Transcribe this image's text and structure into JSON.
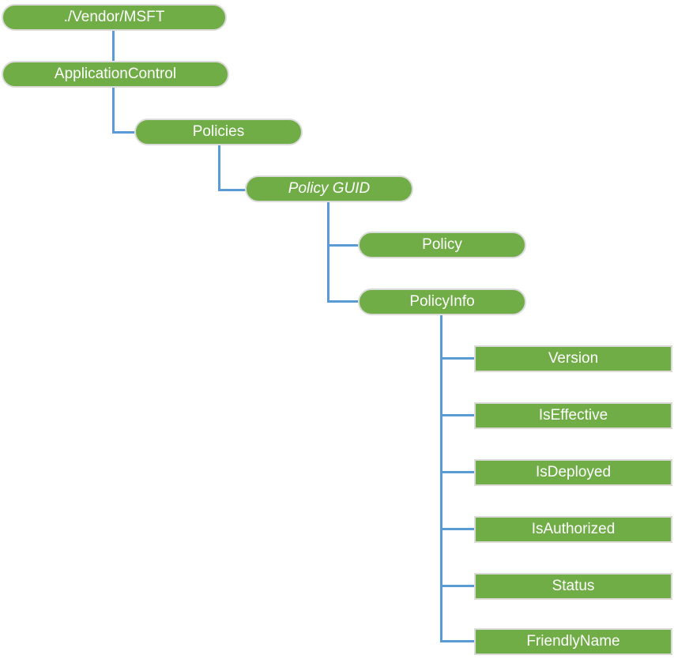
{
  "diagram": {
    "type": "tree",
    "description": "CSP node tree diagram",
    "colors": {
      "node_fill": "#70AD47",
      "node_text": "#FFFFFF",
      "node_border": "#DBDBDB",
      "connector": "#5B9BD5"
    },
    "nodes": {
      "root": {
        "label": "./Vendor/MSFT",
        "shape": "pill"
      },
      "application_control": {
        "label": "ApplicationControl",
        "shape": "pill",
        "parent": "./Vendor/MSFT"
      },
      "policies": {
        "label": "Policies",
        "shape": "pill",
        "parent": "ApplicationControl"
      },
      "policy_guid": {
        "label": "Policy GUID",
        "shape": "pill",
        "style": "italic",
        "parent": "Policies"
      },
      "policy": {
        "label": "Policy",
        "shape": "pill",
        "parent": "Policy GUID"
      },
      "policy_info": {
        "label": "PolicyInfo",
        "shape": "pill",
        "parent": "Policy GUID"
      },
      "leaves": [
        {
          "label": "Version",
          "shape": "rect",
          "parent": "PolicyInfo"
        },
        {
          "label": "IsEffective",
          "shape": "rect",
          "parent": "PolicyInfo"
        },
        {
          "label": "IsDeployed",
          "shape": "rect",
          "parent": "PolicyInfo"
        },
        {
          "label": "IsAuthorized",
          "shape": "rect",
          "parent": "PolicyInfo"
        },
        {
          "label": "Status",
          "shape": "rect",
          "parent": "PolicyInfo"
        },
        {
          "label": "FriendlyName",
          "shape": "rect",
          "parent": "PolicyInfo"
        }
      ]
    }
  }
}
